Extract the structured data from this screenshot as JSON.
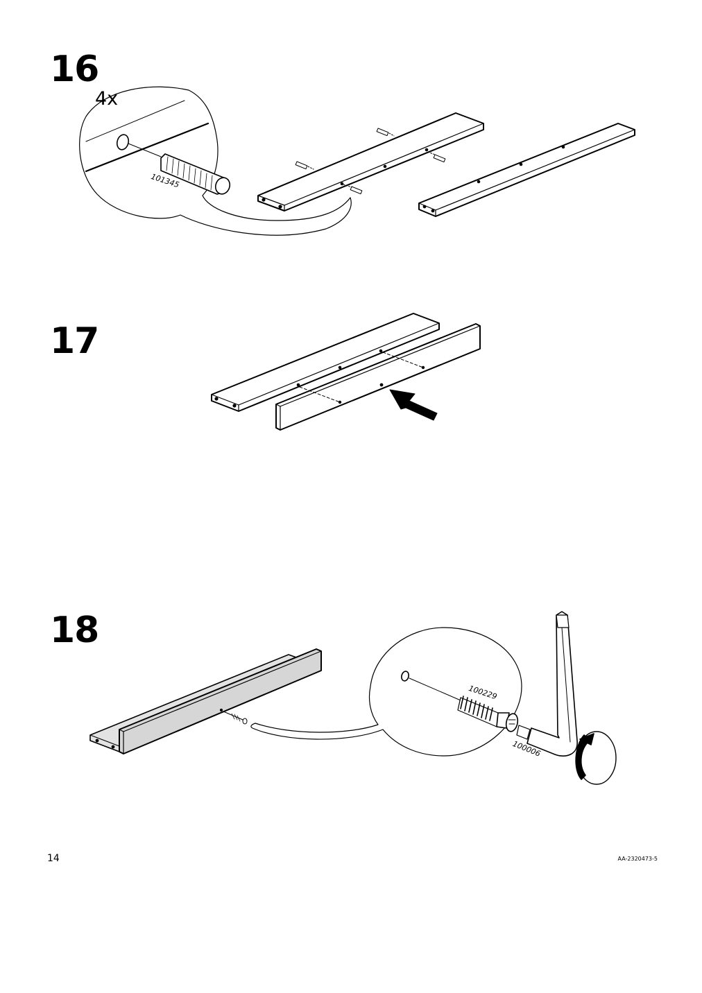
{
  "steps": [
    {
      "number": "16",
      "quantity": "4x",
      "part_id": "101345"
    },
    {
      "number": "17"
    },
    {
      "number": "18",
      "part_ids": [
        "100229",
        "100006"
      ]
    }
  ],
  "footer": {
    "page_number": "14",
    "doc_code": "AA-2320473-5"
  }
}
